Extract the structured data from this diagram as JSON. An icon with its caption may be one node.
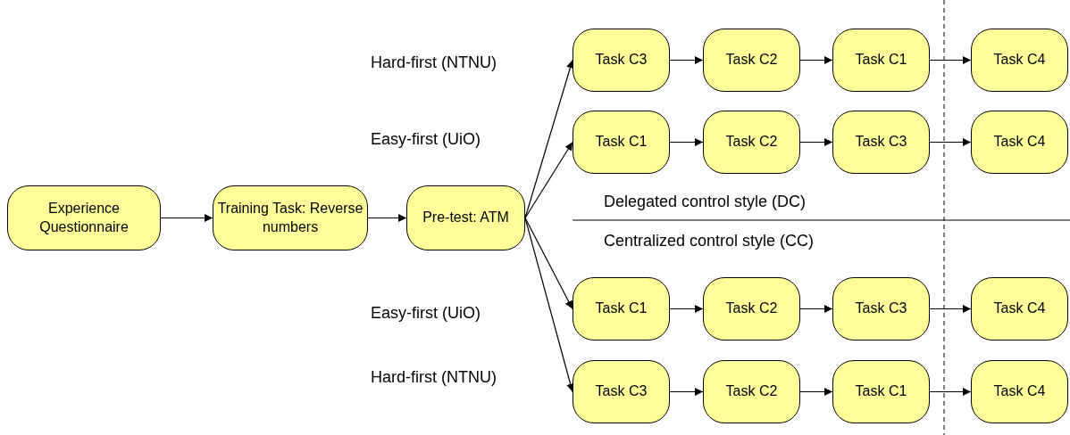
{
  "diagram": {
    "nodes": [
      {
        "text": [
          "Experience Questionnaire"
        ]
      },
      {
        "text": [
          "Training Task: Reverse numbers"
        ]
      },
      {
        "text": [
          "Pre-test: ATM"
        ]
      },
      {
        "text": [
          "Task C3"
        ]
      },
      {
        "text": [
          "Task C2"
        ]
      },
      {
        "text": [
          "Task C1"
        ]
      },
      {
        "text": [
          "Task C4"
        ]
      },
      {
        "text": [
          "Task C1"
        ]
      },
      {
        "text": [
          "Task C2"
        ]
      },
      {
        "text": [
          "Task C3"
        ]
      },
      {
        "text": [
          "Task C4"
        ]
      },
      {
        "text": [
          "Task C1"
        ]
      },
      {
        "text": [
          "Task C2"
        ]
      },
      {
        "text": [
          "Task C3"
        ]
      },
      {
        "text": [
          "Task C4"
        ]
      },
      {
        "text": [
          "Task C3"
        ]
      },
      {
        "text": [
          "Task C2"
        ]
      },
      {
        "text": [
          "Task C1"
        ]
      },
      {
        "text": [
          "Task C4"
        ]
      }
    ],
    "edges": [
      {
        "from": 0,
        "to": 1,
        "arrow": "to"
      },
      {
        "from": 1,
        "to": 2,
        "arrow": "to"
      },
      {
        "from": 2,
        "to": 3,
        "arrow": "to"
      },
      {
        "from": 2,
        "to": 7,
        "arrow": "to"
      },
      {
        "from": 2,
        "to": 11,
        "arrow": "to"
      },
      {
        "from": 2,
        "to": 15,
        "arrow": "to"
      },
      {
        "from": 3,
        "to": 4,
        "arrow": "to"
      },
      {
        "from": 4,
        "to": 5,
        "arrow": "to"
      },
      {
        "from": 5,
        "to": 6,
        "arrow": "to"
      },
      {
        "from": 7,
        "to": 8,
        "arrow": "to"
      },
      {
        "from": 8,
        "to": 9,
        "arrow": "to"
      },
      {
        "from": 9,
        "to": 10,
        "arrow": "to"
      },
      {
        "from": 11,
        "to": 12,
        "arrow": "to"
      },
      {
        "from": 12,
        "to": 13,
        "arrow": "to"
      },
      {
        "from": 13,
        "to": 14,
        "arrow": "to"
      },
      {
        "from": 15,
        "to": 16,
        "arrow": "to"
      },
      {
        "from": 16,
        "to": 17,
        "arrow": "to"
      },
      {
        "from": 17,
        "to": 18,
        "arrow": "to"
      }
    ],
    "labels": [
      "Hard-first (NTNU)",
      "Easy-first (UiO)",
      "Delegated control style (DC)",
      "Centralized control style (CC)",
      "Easy-first (UiO)",
      "Hard-first (NTNU)"
    ]
  }
}
